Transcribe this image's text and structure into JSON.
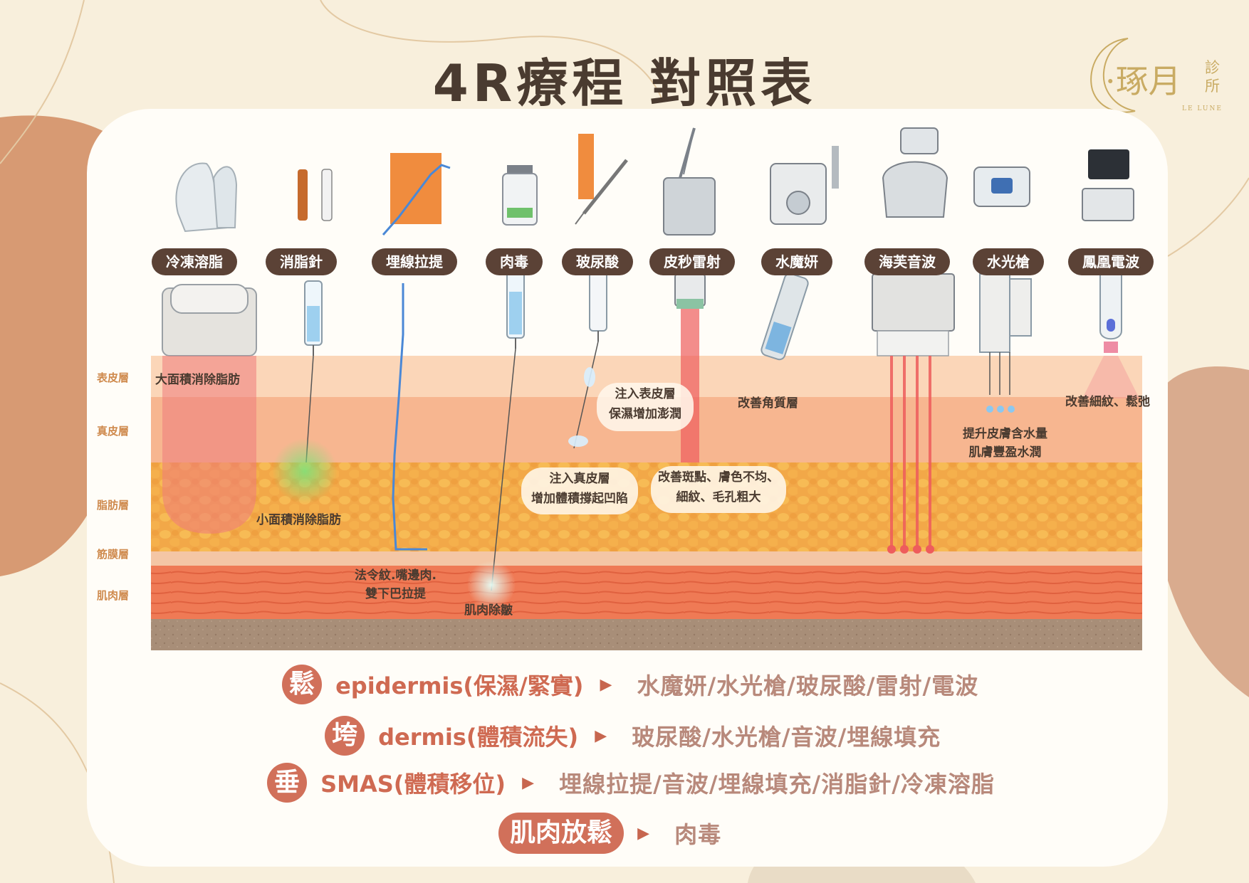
{
  "title": "4R療程 對照表",
  "logo": {
    "main": "·琢月",
    "sub": "診所",
    "en": "LE LUNE"
  },
  "devices": [
    {
      "label": "冷凍溶脂",
      "icon": "cryolipolysis-device-icon"
    },
    {
      "label": "消脂針",
      "icon": "ampoule-icon"
    },
    {
      "label": "埋線拉提",
      "icon": "thread-lift-box-icon"
    },
    {
      "label": "肉毒",
      "icon": "botox-vial-icon"
    },
    {
      "label": "玻尿酸",
      "icon": "syringe-icon"
    },
    {
      "label": "皮秒雷射",
      "icon": "picosecond-laser-icon"
    },
    {
      "label": "水魔妍",
      "icon": "hydrafacial-machine-icon"
    },
    {
      "label": "海芙音波",
      "icon": "hifu-machine-icon"
    },
    {
      "label": "水光槍",
      "icon": "water-light-gun-icon"
    },
    {
      "label": "鳳凰電波",
      "icon": "rf-machine-icon"
    }
  ],
  "layers": [
    "表皮層",
    "真皮層",
    "脂肪層",
    "筋膜層",
    "肌肉層"
  ],
  "notes": {
    "cryo": "大面積消除脂肪",
    "fat_injection": "小面積消除脂肪",
    "thread_1": "法令紋.嘴邊肉.",
    "thread_2": "雙下巴拉提",
    "botox": "肌肉除皺",
    "filler_epi_1": "注入表皮層",
    "filler_epi_2": "保濕增加澎潤",
    "filler_derm_1": "注入真皮層",
    "filler_derm_2": "增加體積撐起凹陷",
    "laser_1": "改善斑點、膚色不均、",
    "laser_2": "細紋、毛孔粗大",
    "hydra": "改善角質層",
    "gun_1": "提升皮膚含水量",
    "gun_2": "肌膚豐盈水潤",
    "rf": "改善細紋、鬆弛"
  },
  "legend": [
    {
      "badge": "鬆",
      "term": "epidermis(保濕/緊實)",
      "treatments": "水魔妍/水光槍/玻尿酸/雷射/電波"
    },
    {
      "badge": "垮",
      "term": "dermis(體積流失)",
      "treatments": "玻尿酸/水光槍/音波/埋線填充"
    },
    {
      "badge": "垂",
      "term": "SMAS(體積移位)",
      "treatments": "埋線拉提/音波/埋線填充/消脂針/冷凍溶脂"
    },
    {
      "badge": "肌肉放鬆",
      "term": "",
      "treatments": "肉毒"
    }
  ],
  "colors": {
    "title": "#4a3b30",
    "label_bg": "#5b4236",
    "badge": "#d1705a",
    "layer_text": "#cf8a4d",
    "treatment_text": "#b8897b"
  }
}
